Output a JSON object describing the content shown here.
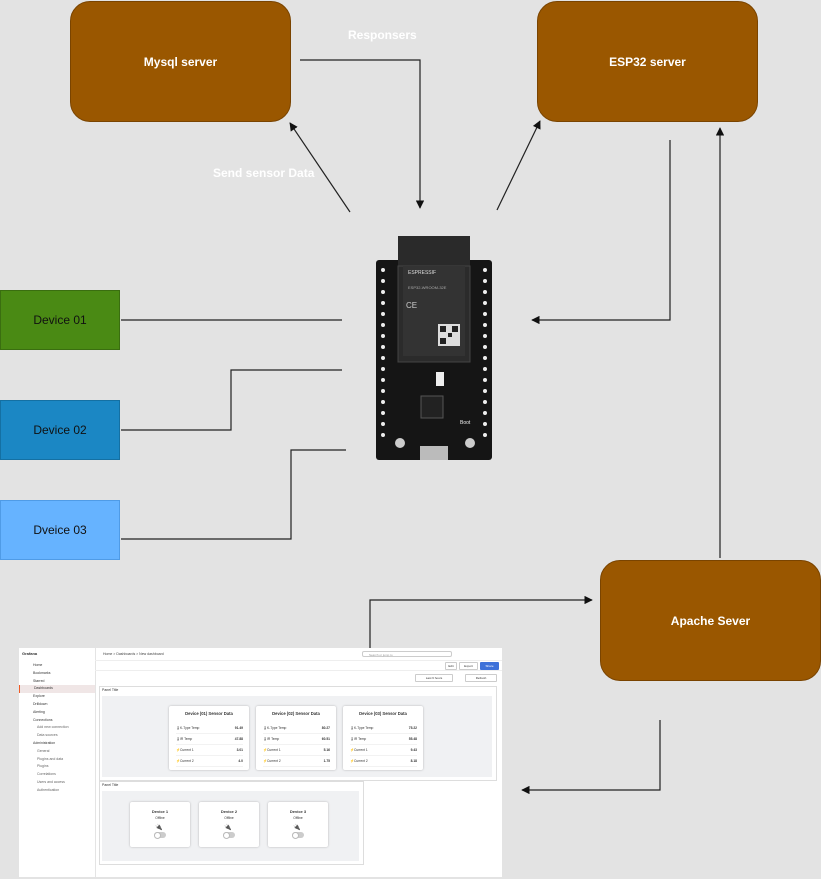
{
  "labels": {
    "responses": "Responsers",
    "send_sensor_data": "Send sensor Data"
  },
  "servers": {
    "mysql": "Mysql server",
    "esp32": "ESP32 server",
    "apache": "Apache Sever"
  },
  "devices": [
    {
      "label": "Device 01",
      "color": "#4a8a14"
    },
    {
      "label": "Device 02",
      "color": "#1b87c4"
    },
    {
      "label": "Dveice 03",
      "color": "#66b3ff"
    }
  ],
  "board": {
    "brand": "ESPRESSIF",
    "module": "ESP32-WROOM-32E",
    "boot_label": "Boot"
  },
  "colors": {
    "server_fill": "#9a5700",
    "background": "#e3e3e3",
    "accent": "#3d71d9"
  },
  "dashboard": {
    "app_name": "Grafana",
    "breadcrumb": "Home  >  Dashboards  >  New dashboard",
    "search_placeholder": "Search or jump to",
    "nav": [
      {
        "label": "Home",
        "active": false,
        "sub": false
      },
      {
        "label": "Bookmarks",
        "active": false,
        "sub": false
      },
      {
        "label": "Starred",
        "active": false,
        "sub": false
      },
      {
        "label": "Dashboards",
        "active": true,
        "sub": false
      },
      {
        "label": "Explore",
        "active": false,
        "sub": false
      },
      {
        "label": "Drilldown",
        "active": false,
        "sub": false
      },
      {
        "label": "Alerting",
        "active": false,
        "sub": false
      },
      {
        "label": "Connections",
        "active": false,
        "sub": false
      },
      {
        "label": "Add new connection",
        "active": false,
        "sub": true
      },
      {
        "label": "Data sources",
        "active": false,
        "sub": true
      },
      {
        "label": "Administration",
        "active": false,
        "sub": false
      },
      {
        "label": "General",
        "active": false,
        "sub": true
      },
      {
        "label": "Plugins and data",
        "active": false,
        "sub": true
      },
      {
        "label": "Plugins",
        "active": false,
        "sub": true
      },
      {
        "label": "Correlations",
        "active": false,
        "sub": true
      },
      {
        "label": "Users and access",
        "active": false,
        "sub": true
      },
      {
        "label": "Authentication",
        "active": false,
        "sub": true
      }
    ],
    "toolbar": {
      "edit": "Edit",
      "export": "Export",
      "share": "Share",
      "time_range": "Last 6 hours",
      "refresh": "Refresh"
    },
    "panel1_title": "Panel Title",
    "panel2_title": "Panel Title",
    "sensor_cards": [
      {
        "title": "Device (01) Sensor Data",
        "rows": [
          {
            "label": "K-Type Temp",
            "value": "91.49"
          },
          {
            "label": "IR Temp",
            "value": "47.88"
          },
          {
            "label": "Current 1",
            "value": "3.01"
          },
          {
            "label": "Current 2",
            "value": "4.0"
          }
        ]
      },
      {
        "title": "Device (02) Sensor Data",
        "rows": [
          {
            "label": "K-Type Temp",
            "value": "80.27"
          },
          {
            "label": "IR Temp",
            "value": "60.51"
          },
          {
            "label": "Current 1",
            "value": "5.16"
          },
          {
            "label": "Current 2",
            "value": "1.75"
          }
        ]
      },
      {
        "title": "Device (03) Sensor Data",
        "rows": [
          {
            "label": "K-Type Temp",
            "value": "75.22"
          },
          {
            "label": "IR Temp",
            "value": "55.48"
          },
          {
            "label": "Current 1",
            "value": "9.43"
          },
          {
            "label": "Current 2",
            "value": "8.18"
          }
        ]
      }
    ],
    "device_status": [
      {
        "title": "Device 1",
        "status": "Offline"
      },
      {
        "title": "Device 2",
        "status": "Offline"
      },
      {
        "title": "Device 3",
        "status": "Offline"
      }
    ]
  }
}
